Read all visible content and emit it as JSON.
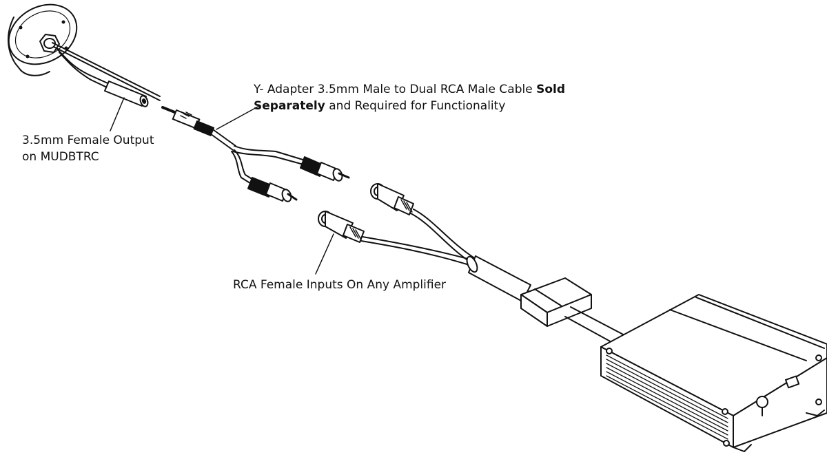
{
  "labels": {
    "output": {
      "line1": "3.5mm Female Output",
      "line2": "on MUDBTRC"
    },
    "adapter": {
      "line1_pre": "Y- Adapter 3.5mm Male to Dual RCA Male Cable ",
      "line1_bold": "Sold",
      "line2_bold": "Separately",
      "line2_post": " and Required for Functionality"
    },
    "rca": {
      "text": "RCA Female Inputs On Any Amplifier"
    }
  },
  "colors": {
    "stroke": "#111111",
    "fill": "#ffffff",
    "shade": "#e8e8e8"
  }
}
